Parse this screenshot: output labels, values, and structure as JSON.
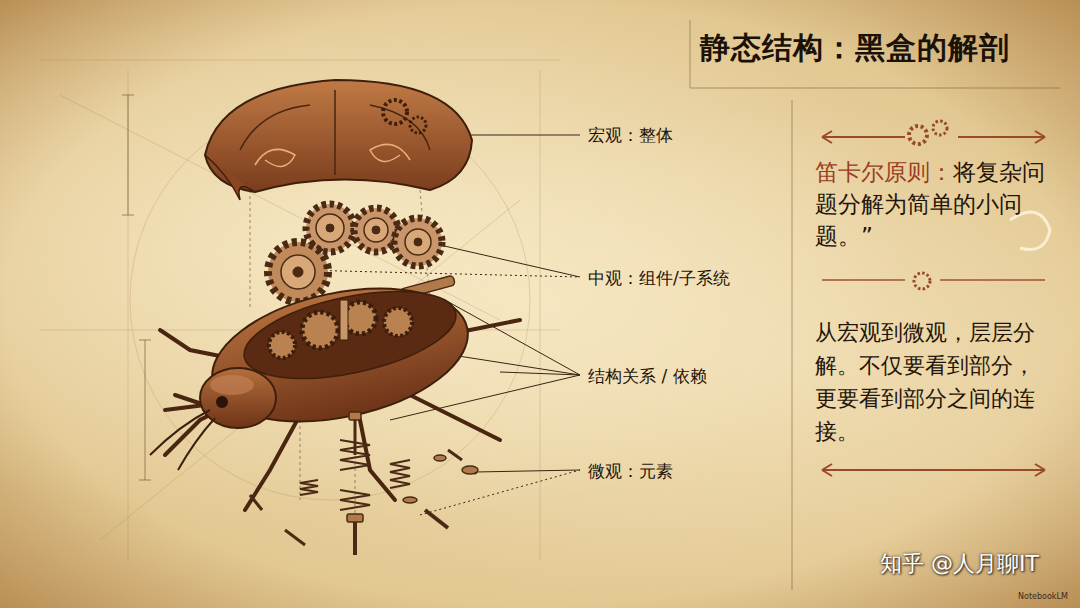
{
  "diagram": {
    "title": "静态结构：黑盒的解剖",
    "labels": [
      "宏观：整体",
      "中观：组件/子系统",
      "结构关系 / 依赖",
      "微观：元素",
      "笛卡尔原则：",
      "将复杂问题分解为简单的小问题。”",
      "从宏观到微观，层层分解。不仅要看到部分，更要看到部分之间的连接。",
      "知乎 @人月聊IT",
      "NotebookLM"
    ]
  }
}
